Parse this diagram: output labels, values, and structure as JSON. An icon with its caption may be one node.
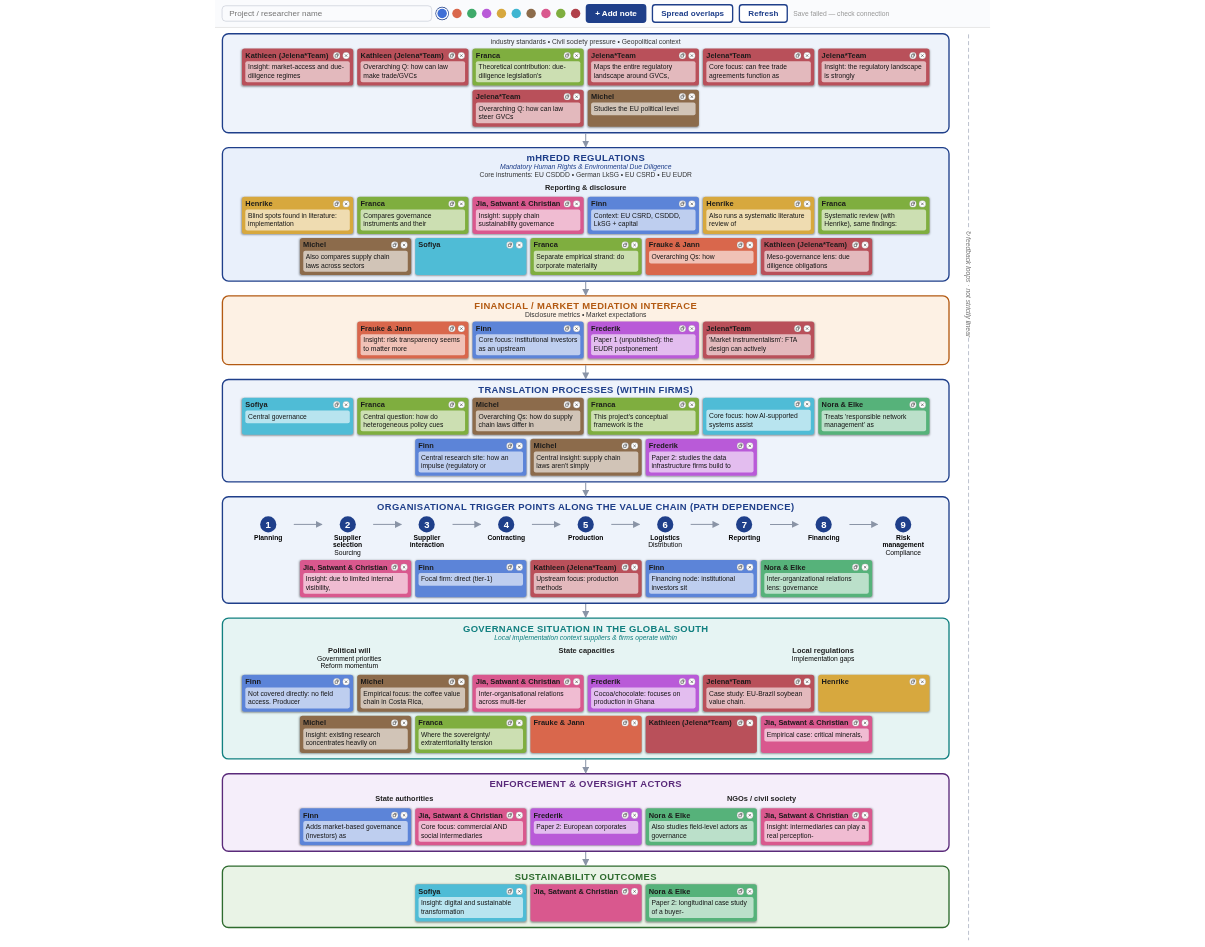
{
  "diagram": {
    "nodes": [
      {
        "text": [
          "industry standards • Civil society pressure • Geopolitical context"
        ]
      },
      {
        "text": [
          "Kathleen (Jelena*Team)",
          "Insight: market-access and due-diligence regimes"
        ],
        "in": 0
      },
      {
        "text": [
          "Kathleen (Jelena*Team)",
          "Overarching Q: how can law make trade/GVCs"
        ],
        "in": 0
      },
      {
        "text": [
          "Franca",
          "Theoretical contribution: due-diligence legislation's"
        ],
        "in": 0
      },
      {
        "text": [
          "Jelena*Team",
          "Maps the entire regulatory landscape around GVCs,"
        ],
        "in": 0
      },
      {
        "text": [
          "Jelena*Team",
          "Core focus: can free trade agreements function as"
        ],
        "in": 0
      },
      {
        "text": [
          "Jelena*Team",
          "Insight: the regulatory landscape is strongly"
        ],
        "in": 0
      },
      {
        "text": [
          "Jelena*Team",
          "Overarching Q: how can law steer GVCs"
        ],
        "in": 0
      },
      {
        "text": [
          "Michel",
          "Studies the EU political level"
        ],
        "in": 0
      },
      {
        "text": [
          "mHREDD REGULATIONS",
          "Mandatory Human Rights & Environmental Due Diligence",
          "Core instruments: EU CSDDD • German LkSG • EU CSRD • EU EUDR"
        ]
      },
      {
        "text": [
          "Reporting & disclosure"
        ],
        "in": 9
      },
      {
        "text": [
          "Henrike",
          "Blind spots found in literature: implementation"
        ],
        "in": 9
      },
      {
        "text": [
          "Franca",
          "Compares governance instruments and their"
        ],
        "in": 9
      },
      {
        "text": [
          "Jia, Satwant & Christian",
          "Insight: supply chain sustainability governance"
        ],
        "in": 9
      },
      {
        "text": [
          "Finn",
          "Context: EU CSRD, CSDDD, LkSG + capital"
        ],
        "in": 9
      },
      {
        "text": [
          "Henrike",
          "Also runs a systematic literature review of"
        ],
        "in": 9
      },
      {
        "text": [
          "Franca",
          "Systematic review (with Henrike), same findings:"
        ],
        "in": 9
      },
      {
        "text": [
          "Michel",
          "Also compares supply chain laws across sectors"
        ],
        "in": 9
      },
      {
        "text": [
          "Sofiya"
        ],
        "in": 9
      },
      {
        "text": [
          "Franca",
          "Separate empirical strand: do corporate materiality"
        ],
        "in": 9
      },
      {
        "text": [
          "Frauke & Jann",
          "Overarching Qs: how"
        ],
        "in": 9
      },
      {
        "text": [
          "Kathleen (Jelena*Team)",
          "Meso-governance lens: due diligence obligations"
        ],
        "in": 9
      },
      {
        "text": [
          "FINANCIAL / MARKET MEDIATION INTERFACE",
          "Disclosure metrics • Market expectations"
        ]
      },
      {
        "text": [
          "Frauke & Jann",
          "Insight: risk transparency seems to matter more"
        ],
        "in": 22
      },
      {
        "text": [
          "Finn",
          "Core focus: institutional investors as an upstream"
        ],
        "in": 22
      },
      {
        "text": [
          "Frederik",
          "Paper 1 (unpublished): the EUDR postponement"
        ],
        "in": 22
      },
      {
        "text": [
          "Jelena*Team",
          "'Market instrumentalism': FTA design can actively"
        ],
        "in": 22
      },
      {
        "text": [
          "TRANSLATION PROCESSES (WITHIN FIRMS)"
        ]
      },
      {
        "text": [
          "Sofiya",
          "Central governance"
        ],
        "in": 27
      },
      {
        "text": [
          "Franca",
          "Central question: how do heterogeneous policy cues"
        ],
        "in": 27
      },
      {
        "text": [
          "Michel",
          "Overarching Qs: how do supply chain laws differ in"
        ],
        "in": 27
      },
      {
        "text": [
          "Franca",
          "This project's conceptual framework is the"
        ],
        "in": 27
      },
      {
        "text": [
          "Core focus: how AI-supported systems assist"
        ],
        "in": 27
      },
      {
        "text": [
          "Nora & Elke",
          "Treats 'responsible network management' as"
        ],
        "in": 27
      },
      {
        "text": [
          "Finn",
          "Central research site: how an impulse (regulatory or"
        ],
        "in": 27
      },
      {
        "text": [
          "Michel",
          "Central insight: supply chain laws aren't simply"
        ],
        "in": 27
      },
      {
        "text": [
          "Frederik",
          "Paper 2: studies the data infrastructure firms build to"
        ],
        "in": 27
      },
      {
        "text": [
          "ORGANISATIONAL TRIGGER POINTS ALONG THE VALUE CHAIN (PATH DEPENDENCE)"
        ]
      },
      {
        "text": [
          "1",
          "Planning"
        ],
        "in": 37
      },
      {
        "text": [
          "2",
          "Supplier selection",
          "Sourcing"
        ],
        "in": 37
      },
      {
        "text": [
          "3",
          "Supplier interaction"
        ],
        "in": 37
      },
      {
        "text": [
          "4",
          "Contracting"
        ],
        "in": 37
      },
      {
        "text": [
          "5",
          "Production"
        ],
        "in": 37
      },
      {
        "text": [
          "6",
          "Logistics",
          "Distribution"
        ],
        "in": 37
      },
      {
        "text": [
          "7",
          "Reporting"
        ],
        "in": 37
      },
      {
        "text": [
          "8",
          "Financing"
        ],
        "in": 37
      },
      {
        "text": [
          "9",
          "Risk management",
          "Compliance"
        ],
        "in": 37
      },
      {
        "text": [
          "Jia, Satwant & Christian",
          "Insight: due to limited internal visibility,"
        ],
        "in": 37
      },
      {
        "text": [
          "Finn",
          "Focal firm: direct (tier-1)"
        ],
        "in": 37
      },
      {
        "text": [
          "Kathleen (Jelena*Team)",
          "Upstream focus: production methods"
        ],
        "in": 37
      },
      {
        "text": [
          "Finn",
          "Financing node: institutional investors sit"
        ],
        "in": 37
      },
      {
        "text": [
          "Nora & Elke",
          "Inter-organizational relations lens: governance"
        ],
        "in": 37
      },
      {
        "text": [
          "GOVERNANCE SITUATION IN THE GLOBAL SOUTH",
          "Local implementation context suppliers & firms operate within"
        ]
      },
      {
        "text": [
          "Political will",
          "Government priorities",
          "Reform momentum"
        ],
        "in": 52
      },
      {
        "text": [
          "State capacities"
        ],
        "in": 52
      },
      {
        "text": [
          "Local regulations",
          "Implementation gaps"
        ],
        "in": 52
      },
      {
        "text": [
          "Finn",
          "Not covered directly: no field access. Producer"
        ],
        "in": 52
      },
      {
        "text": [
          "Michel",
          "Empirical focus: the coffee value chain in Costa Rica,"
        ],
        "in": 52
      },
      {
        "text": [
          "Jia, Satwant & Christian",
          "Inter-organisational relations across multi-tier"
        ],
        "in": 52
      },
      {
        "text": [
          "Frederik",
          "Cocoa/chocolate: focuses on production in Ghana"
        ],
        "in": 52
      },
      {
        "text": [
          "Jelena*Team",
          "Case study: EU-Brazil soybean value chain."
        ],
        "in": 52
      },
      {
        "text": [
          "Henrike"
        ],
        "in": 52
      },
      {
        "text": [
          "Michel",
          "Insight: existing research concentrates heavily on"
        ],
        "in": 52
      },
      {
        "text": [
          "Franca",
          "Where the sovereignty/ extraterritoriality tension"
        ],
        "in": 52
      },
      {
        "text": [
          "Frauke & Jann"
        ],
        "in": 52
      },
      {
        "text": [
          "Kathleen (Jelena*Team)"
        ],
        "in": 52
      },
      {
        "text": [
          "Jia, Satwant & Christian",
          "Empirical case: critical minerals,"
        ],
        "in": 52
      },
      {
        "text": [
          "ENFORCEMENT & OVERSIGHT ACTORS"
        ]
      },
      {
        "text": [
          "State authorities"
        ],
        "in": 67
      },
      {
        "text": [
          "NGOs / civil society"
        ],
        "in": 67
      },
      {
        "text": [
          "Finn",
          "Adds market-based governance (investors) as"
        ],
        "in": 67
      },
      {
        "text": [
          "Jia, Satwant & Christian",
          "Core focus: commercial AND social intermediaries"
        ],
        "in": 67
      },
      {
        "text": [
          "Frederik",
          "Paper 2: European corporates"
        ],
        "in": 67
      },
      {
        "text": [
          "Nora & Elke",
          "Also studies field-level actors as governance"
        ],
        "in": 67
      },
      {
        "text": [
          "Jia, Satwant & Christian",
          "Insight: intermediaries can play a real perception-"
        ],
        "in": 67
      },
      {
        "text": [
          "SUSTAINABILITY OUTCOMES"
        ]
      },
      {
        "text": [
          "Sofiya",
          "Insight: digital and sustainable transformation"
        ],
        "in": 75
      },
      {
        "text": [
          "Jia, Satwant & Christian"
        ],
        "in": 75
      },
      {
        "text": [
          "Nora & Elke",
          "Paper 2: longitudinal case study of a buyer-"
        ],
        "in": 75
      }
    ],
    "edges": [
      {
        "from": 0,
        "to": 9,
        "arrow": "to"
      },
      {
        "from": 9,
        "to": 22,
        "arrow": "to"
      },
      {
        "from": 22,
        "to": 27,
        "arrow": "to"
      },
      {
        "from": 27,
        "to": 37,
        "arrow": "to"
      },
      {
        "from": 37,
        "to": 52,
        "arrow": "to"
      },
      {
        "from": 52,
        "to": 67,
        "arrow": "to"
      },
      {
        "from": 67,
        "to": 75,
        "arrow": "to"
      },
      {
        "from": 38,
        "to": 39,
        "arrow": "to"
      },
      {
        "from": 39,
        "to": 40,
        "arrow": "to"
      },
      {
        "from": 40,
        "to": 41,
        "arrow": "to"
      },
      {
        "from": 41,
        "to": 42,
        "arrow": "to"
      },
      {
        "from": 42,
        "to": 43,
        "arrow": "to"
      },
      {
        "from": 43,
        "to": 44,
        "arrow": "to"
      },
      {
        "from": 44,
        "to": 45,
        "arrow": "to"
      },
      {
        "from": 45,
        "to": 46,
        "arrow": "to"
      }
    ],
    "labels": [
      "Project / researcher name",
      "+ Add note",
      "Spread overlaps",
      "Refresh",
      "Save failed — check connection",
      "↻ feedback loops · not strictly linear"
    ]
  }
}
